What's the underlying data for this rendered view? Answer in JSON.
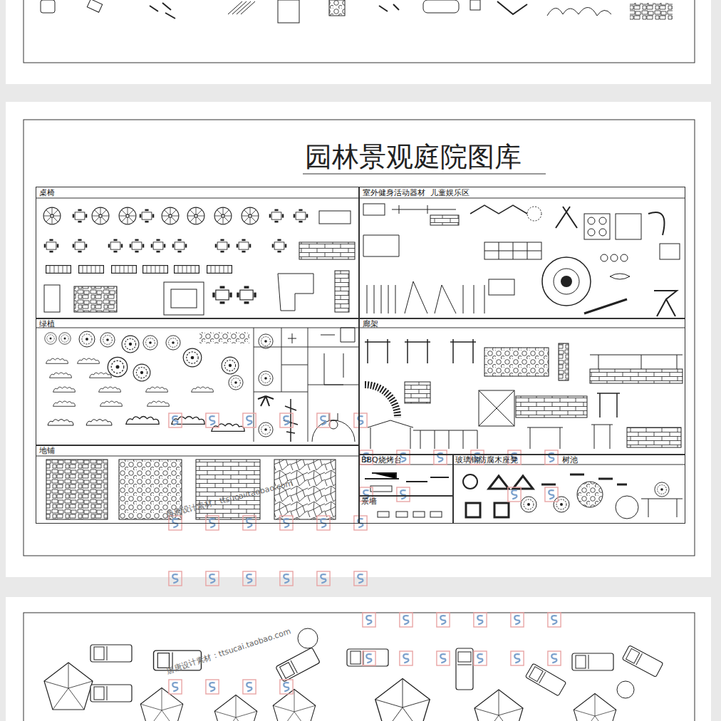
{
  "diagram": {
    "title": "园林景观庭院图库",
    "nodes": [
      {
        "text": [
          "桌椅"
        ]
      },
      {
        "text": [
          "室外健身活动器材",
          "儿童娱乐区"
        ]
      },
      {
        "text": [
          "绿植"
        ]
      },
      {
        "text": [
          "廊架"
        ]
      },
      {
        "text": [
          "地铺"
        ]
      },
      {
        "text": [
          "BBQ烧烤台"
        ]
      },
      {
        "text": [
          "景墙"
        ]
      },
      {
        "text": [
          "玻璃钢防腐木座凳",
          "树池"
        ]
      }
    ],
    "labels": [
      "唐唐设计素材：ttsucai.taobao.com",
      "唐唐设计素材：ttsucai.taobao.com"
    ]
  }
}
